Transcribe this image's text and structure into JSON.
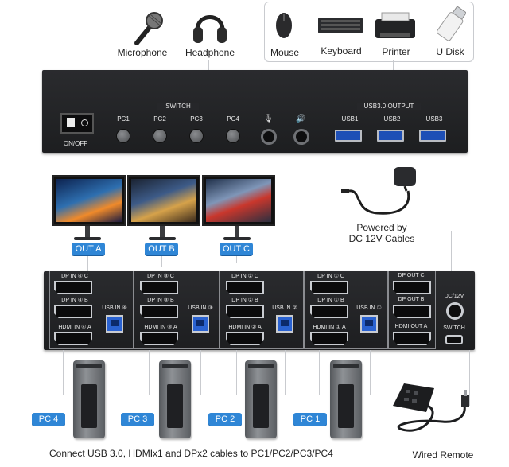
{
  "peripherals": {
    "microphone": "Microphone",
    "headphone": "Headphone",
    "mouse": "Mouse",
    "keyboard": "Keyboard",
    "printer": "Printer",
    "udisk": "U Disk"
  },
  "front_panel": {
    "power_label": "ON/OFF",
    "switch_title": "SWITCH",
    "switch_buttons": [
      "PC1",
      "PC2",
      "PC3",
      "PC4"
    ],
    "usb_title": "USB3.0 OUTPUT",
    "usb_ports": [
      "USB1",
      "USB2",
      "USB3"
    ]
  },
  "outputs": [
    "OUT A",
    "OUT B",
    "OUT C"
  ],
  "power_note": [
    "Powered by",
    "DC 12V Cables"
  ],
  "rear_panel": {
    "sections": [
      {
        "dp_c": "DP IN ④ C",
        "dp_b": "DP IN ④ B",
        "hdmi": "HDMI IN ④ A",
        "usb": "USB IN ④"
      },
      {
        "dp_c": "DP IN ③ C",
        "dp_b": "DP IN ③ B",
        "hdmi": "HDMI IN ③ A",
        "usb": "USB IN ③"
      },
      {
        "dp_c": "DP IN ② C",
        "dp_b": "DP IN ② B",
        "hdmi": "HDMI IN ② A",
        "usb": "USB IN ②"
      },
      {
        "dp_c": "DP IN ① C",
        "dp_b": "DP IN ① B",
        "hdmi": "HDMI IN ① A",
        "usb": "USB IN ①"
      }
    ],
    "out": {
      "dp_c": "DP OUT C",
      "dp_b": "DP OUT B",
      "hdmi": "HDMI OUT A"
    },
    "power_port": "DC/12V",
    "switch_port": "SWITCH"
  },
  "pcs": [
    "PC 4",
    "PC 3",
    "PC 2",
    "PC 1"
  ],
  "caption": "Connect USB 3.0, HDMIx1 and DPx2 cables to PC1/PC2/PC3/PC4",
  "remote_label": "Wired Remote",
  "colors": {
    "badge": "#2f86d6",
    "usb_port": "#1e4fb6",
    "panel": "#222326"
  }
}
